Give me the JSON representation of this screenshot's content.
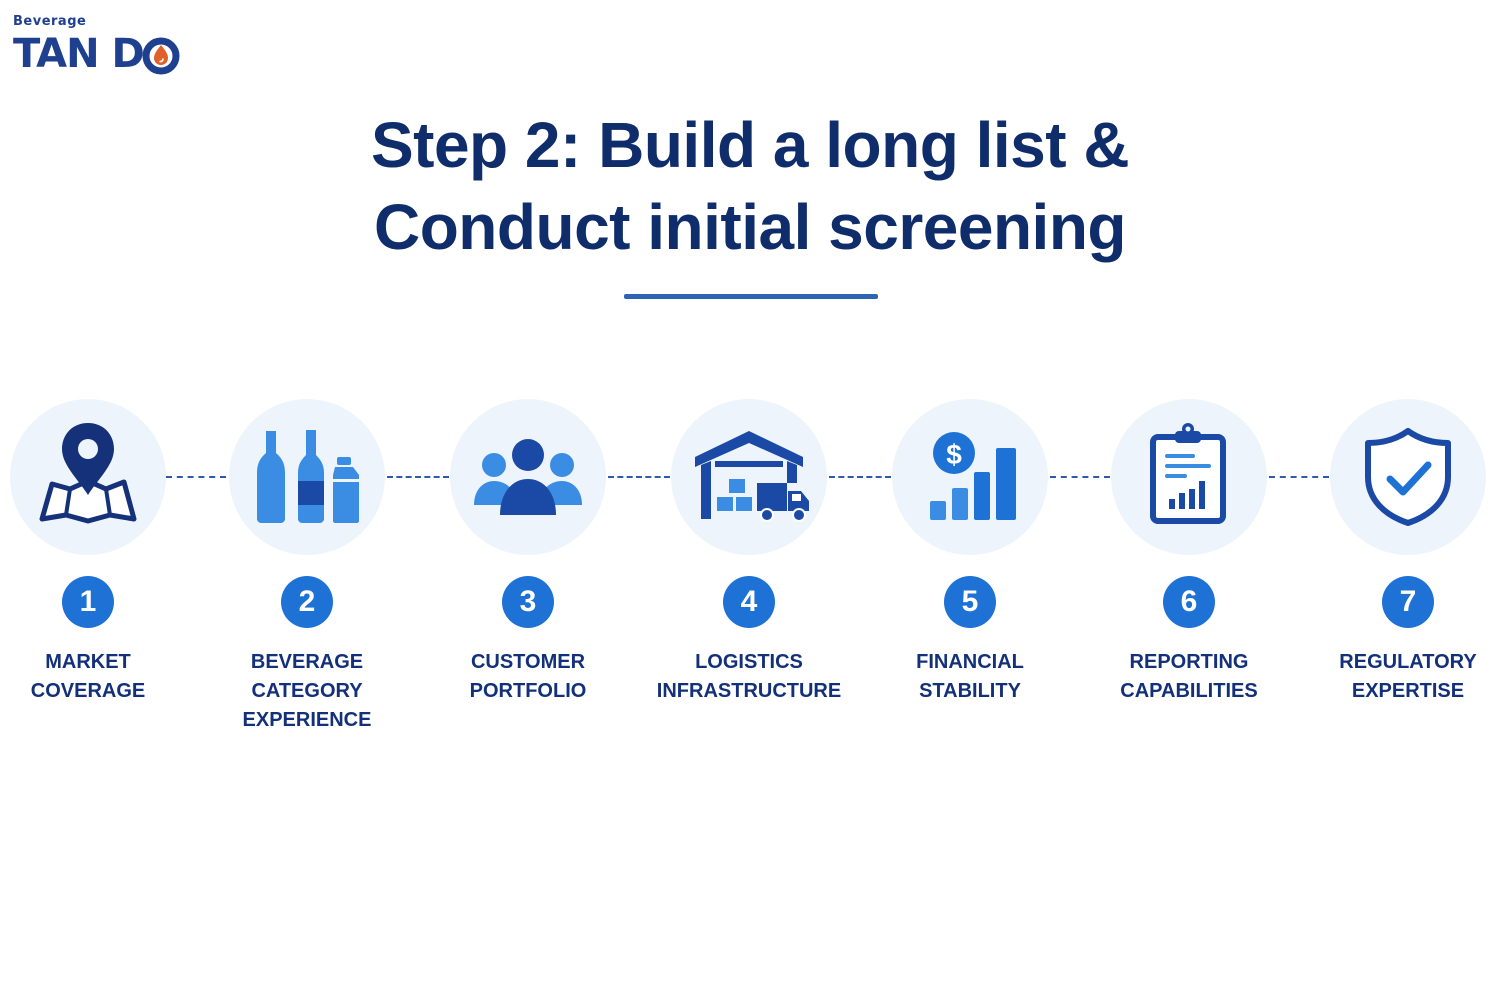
{
  "brand": {
    "small": "Beverage",
    "name": "TAN DO",
    "name_part1": "TAN D",
    "logo_color": "#1f3f8f",
    "drop_color": "#e0602a"
  },
  "title": {
    "line1": "Step 2: Build a long list &",
    "line2": "Conduct initial screening"
  },
  "colors": {
    "title": "#0f2c6b",
    "accent": "#1e72d6",
    "dark_icon": "#14317a",
    "light_icon": "#3b8de4",
    "circle_bg": "#eef4fb"
  },
  "steps": [
    {
      "number": "1",
      "label": "MARKET\nCOVERAGE",
      "icon": "map-pin-icon"
    },
    {
      "number": "2",
      "label": "BEVERAGE\nCATEGORY\nEXPERIENCE",
      "icon": "bottles-icon"
    },
    {
      "number": "3",
      "label": "CUSTOMER\nPORTFOLIO",
      "icon": "people-group-icon"
    },
    {
      "number": "4",
      "label": "LOGISTICS\nINFRASTRUCTURE",
      "icon": "warehouse-truck-icon"
    },
    {
      "number": "5",
      "label": "FINANCIAL\nSTABILITY",
      "icon": "dollar-growth-chart-icon"
    },
    {
      "number": "6",
      "label": "REPORTING\nCAPABILITIES",
      "icon": "clipboard-report-icon"
    },
    {
      "number": "7",
      "label": "REGULATORY\nEXPERTISE",
      "icon": "shield-check-icon"
    }
  ]
}
